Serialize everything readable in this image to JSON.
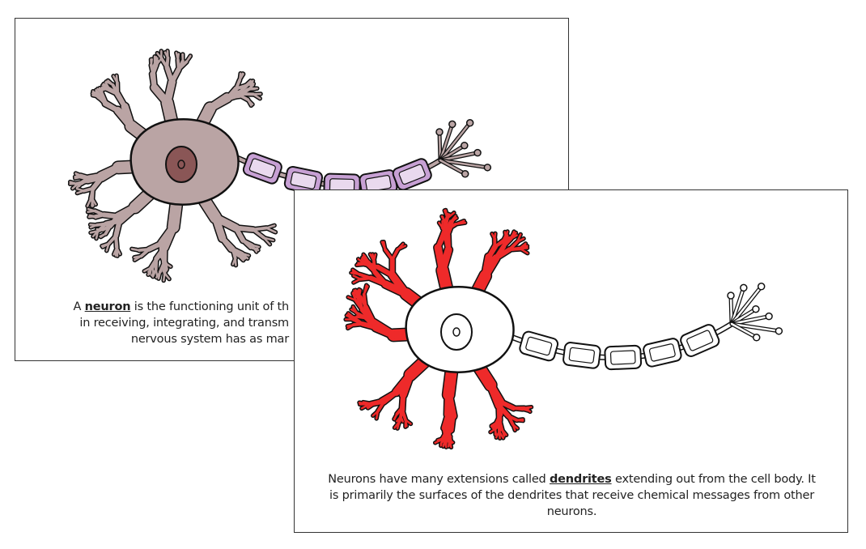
{
  "back_card": {
    "caption": {
      "line1_prefix": "A ",
      "term": "neuron",
      "line1_rest": " is the functioning unit of th",
      "line2": "in receiving, integrating, and transm",
      "line3": "nervous system has as mar"
    },
    "colors": {
      "body": "#baa4a4",
      "nucleus": "#8a5656",
      "myelin": "#c7a0d4",
      "dendrite": "#baa4a4"
    }
  },
  "front_card": {
    "caption": {
      "line1_prefix": "Neurons have many extensions called ",
      "term": "dendrites",
      "line1_rest": " extending out from the cell body. It is primarily the surfaces of the dendrites that receive chemical messages from other neurons."
    },
    "colors": {
      "body": "#ffffff",
      "nucleus": "#ffffff",
      "myelin": "#ffffff",
      "dendrite": "#ee2a2a"
    }
  }
}
